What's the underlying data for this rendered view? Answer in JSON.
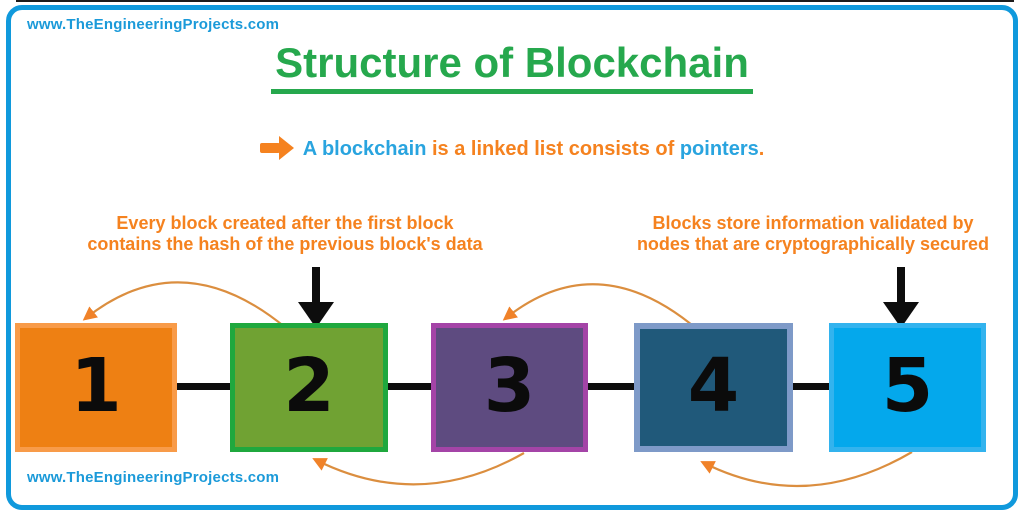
{
  "watermark_top": "www.TheEngineeringProjects.com",
  "watermark_bottom": "www.TheEngineeringProjects.com",
  "title": "Structure of Blockchain",
  "subtitle": {
    "icon": "right-arrow",
    "parts": [
      {
        "text": "A blockchain",
        "color": "#29A4DF"
      },
      {
        "text": " is a linked list consists of ",
        "color": "#F5821F"
      },
      {
        "text": "pointers",
        "color": "#29A4DF"
      },
      {
        "text": ".",
        "color": "#F5821F"
      }
    ]
  },
  "annotations": {
    "left": {
      "line1": "Every block created after the first block",
      "line2": "contains the hash of the previous block's data"
    },
    "right": {
      "line1": "Blocks store information validated by",
      "line2": "nodes that are cryptographically secured"
    }
  },
  "blocks": [
    {
      "label": "1",
      "fill": "#EE8013",
      "border": "#F89B49"
    },
    {
      "label": "2",
      "fill": "#70A233",
      "border": "#1FA83E"
    },
    {
      "label": "3",
      "fill": "#5E4B80",
      "border": "#A444A7"
    },
    {
      "label": "4",
      "fill": "#20597A",
      "border": "#7E9AC8"
    },
    {
      "label": "5",
      "fill": "#04A8EC",
      "border": "#33B3EE"
    }
  ],
  "curved_arrows": [
    {
      "from": "2",
      "to": "1",
      "position": "top"
    },
    {
      "from": "4",
      "to": "3",
      "position": "top"
    },
    {
      "from": "3",
      "to": "2",
      "position": "bottom"
    },
    {
      "from": "5",
      "to": "4",
      "position": "bottom"
    }
  ],
  "colors": {
    "frame": "#1099DC",
    "blue": "#1B9AD9",
    "green": "#26A84D",
    "orange": "#F5821F",
    "ink": "#0d0d0d",
    "arc": "#DB8E3F",
    "arrowhead": "#F08229"
  }
}
